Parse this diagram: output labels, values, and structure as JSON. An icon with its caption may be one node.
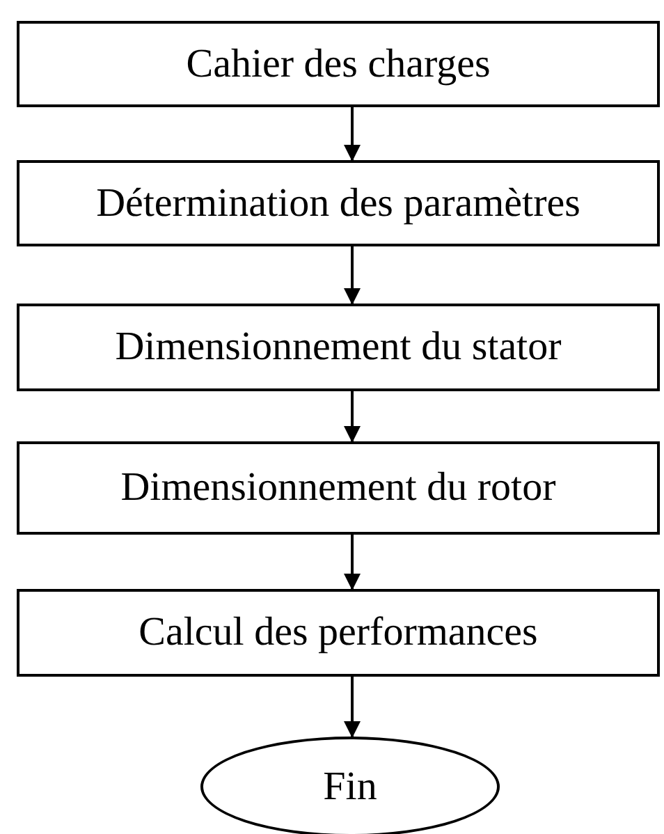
{
  "diagram": {
    "nodes": [
      {
        "text": [
          "Cahier des charges"
        ]
      },
      {
        "text": [
          "Détermination des paramètres"
        ]
      },
      {
        "text": [
          "Dimensionnement du stator"
        ]
      },
      {
        "text": [
          "Dimensionnement du rotor"
        ]
      },
      {
        "text": [
          "Calcul des performances"
        ]
      },
      {
        "text": [
          "Fin"
        ]
      }
    ],
    "edges": [
      {
        "from": 0,
        "to": 1,
        "arrow": "to"
      },
      {
        "from": 1,
        "to": 2,
        "arrow": "to"
      },
      {
        "from": 2,
        "to": 3,
        "arrow": "to"
      },
      {
        "from": 3,
        "to": 4,
        "arrow": "to"
      },
      {
        "from": 4,
        "to": 5,
        "arrow": "to"
      }
    ]
  }
}
